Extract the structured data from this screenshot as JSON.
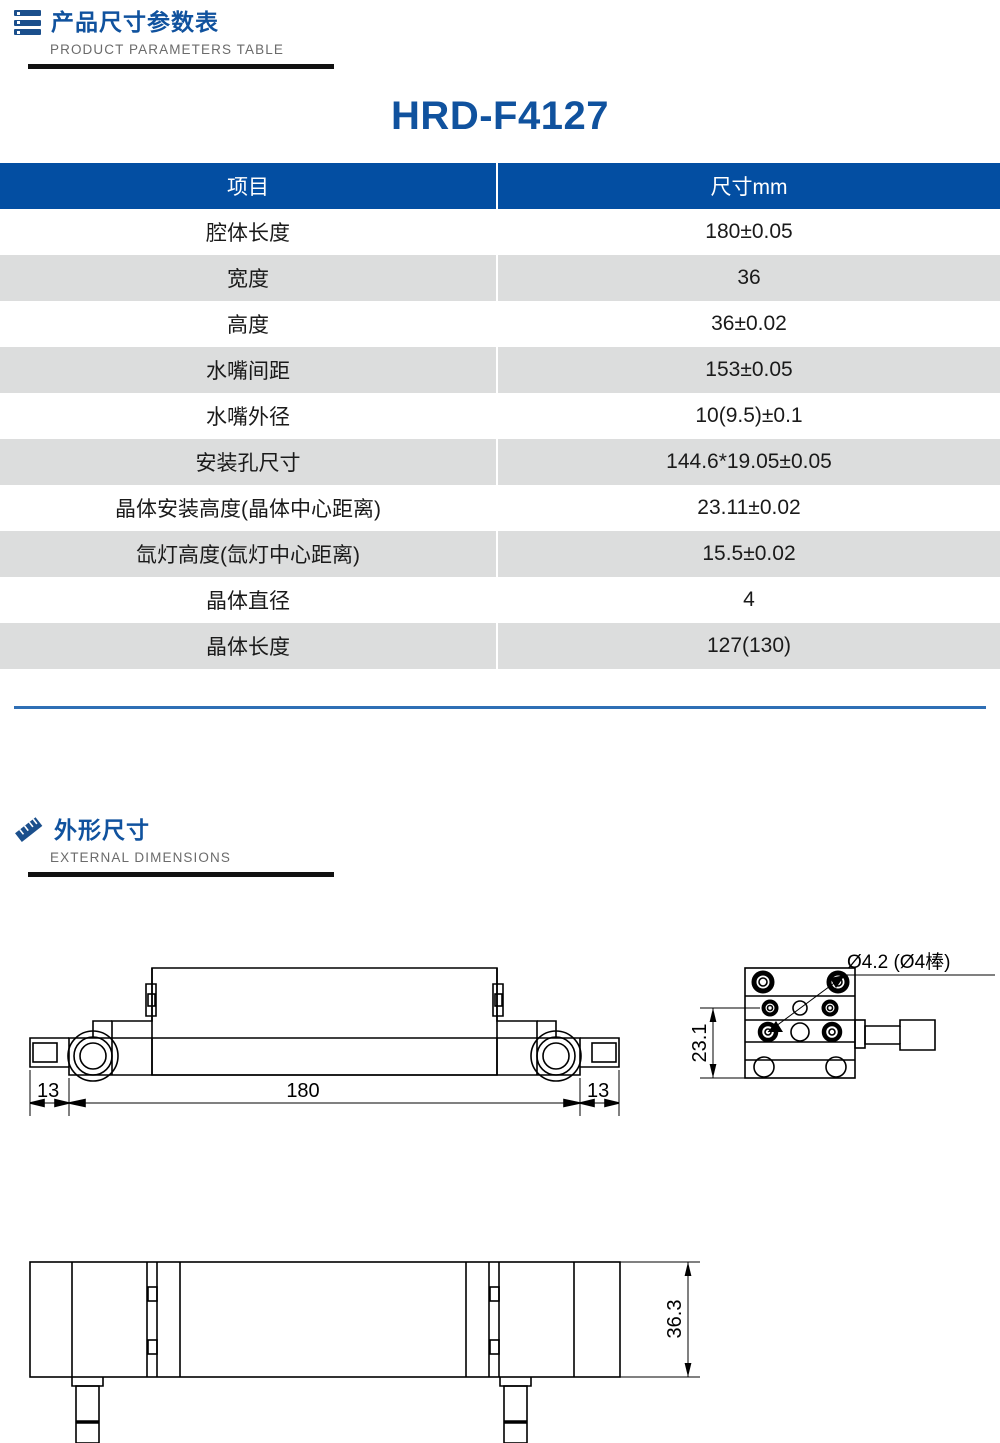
{
  "sections": {
    "params": {
      "icon": "list-icon",
      "title_cn": "产品尺寸参数表",
      "title_en": "PRODUCT PARAMETERS TABLE"
    },
    "dimensions": {
      "icon": "ruler-icon",
      "title_cn": "外形尺寸",
      "title_en": "EXTERNAL DIMENSIONS"
    }
  },
  "product": {
    "model": "HRD-F4127"
  },
  "table": {
    "headers": [
      "项目",
      "尺寸mm"
    ],
    "rows": [
      {
        "item": "腔体长度",
        "value": "180±0.05"
      },
      {
        "item": "宽度",
        "value": "36"
      },
      {
        "item": "高度",
        "value": "36±0.02"
      },
      {
        "item": "水嘴间距",
        "value": "153±0.05"
      },
      {
        "item": "水嘴外径",
        "value": "10(9.5)±0.1"
      },
      {
        "item": "安装孔尺寸",
        "value": "144.6*19.05±0.05"
      },
      {
        "item": "晶体安装高度(晶体中心距离)",
        "value": "23.11±0.02"
      },
      {
        "item": "氙灯高度(氙灯中心距离)",
        "value": "15.5±0.02"
      },
      {
        "item": "晶体直径",
        "value": "4"
      },
      {
        "item": "晶体长度",
        "value": "127(130)"
      }
    ]
  },
  "drawing": {
    "front_view": {
      "dim_left": "13",
      "dim_length": "180",
      "dim_right": "13"
    },
    "end_view": {
      "dim_height": "23.1",
      "note_bore": "Ø4.2 (Ø4棒)"
    },
    "bottom_view": {
      "dim_height": "36.3"
    }
  },
  "colors": {
    "brand_blue": "#034EA2",
    "title_blue": "#10529E",
    "row_gray": "#DCDDDD",
    "rule_black": "#111111",
    "rule_blue": "#2F6FB5"
  }
}
